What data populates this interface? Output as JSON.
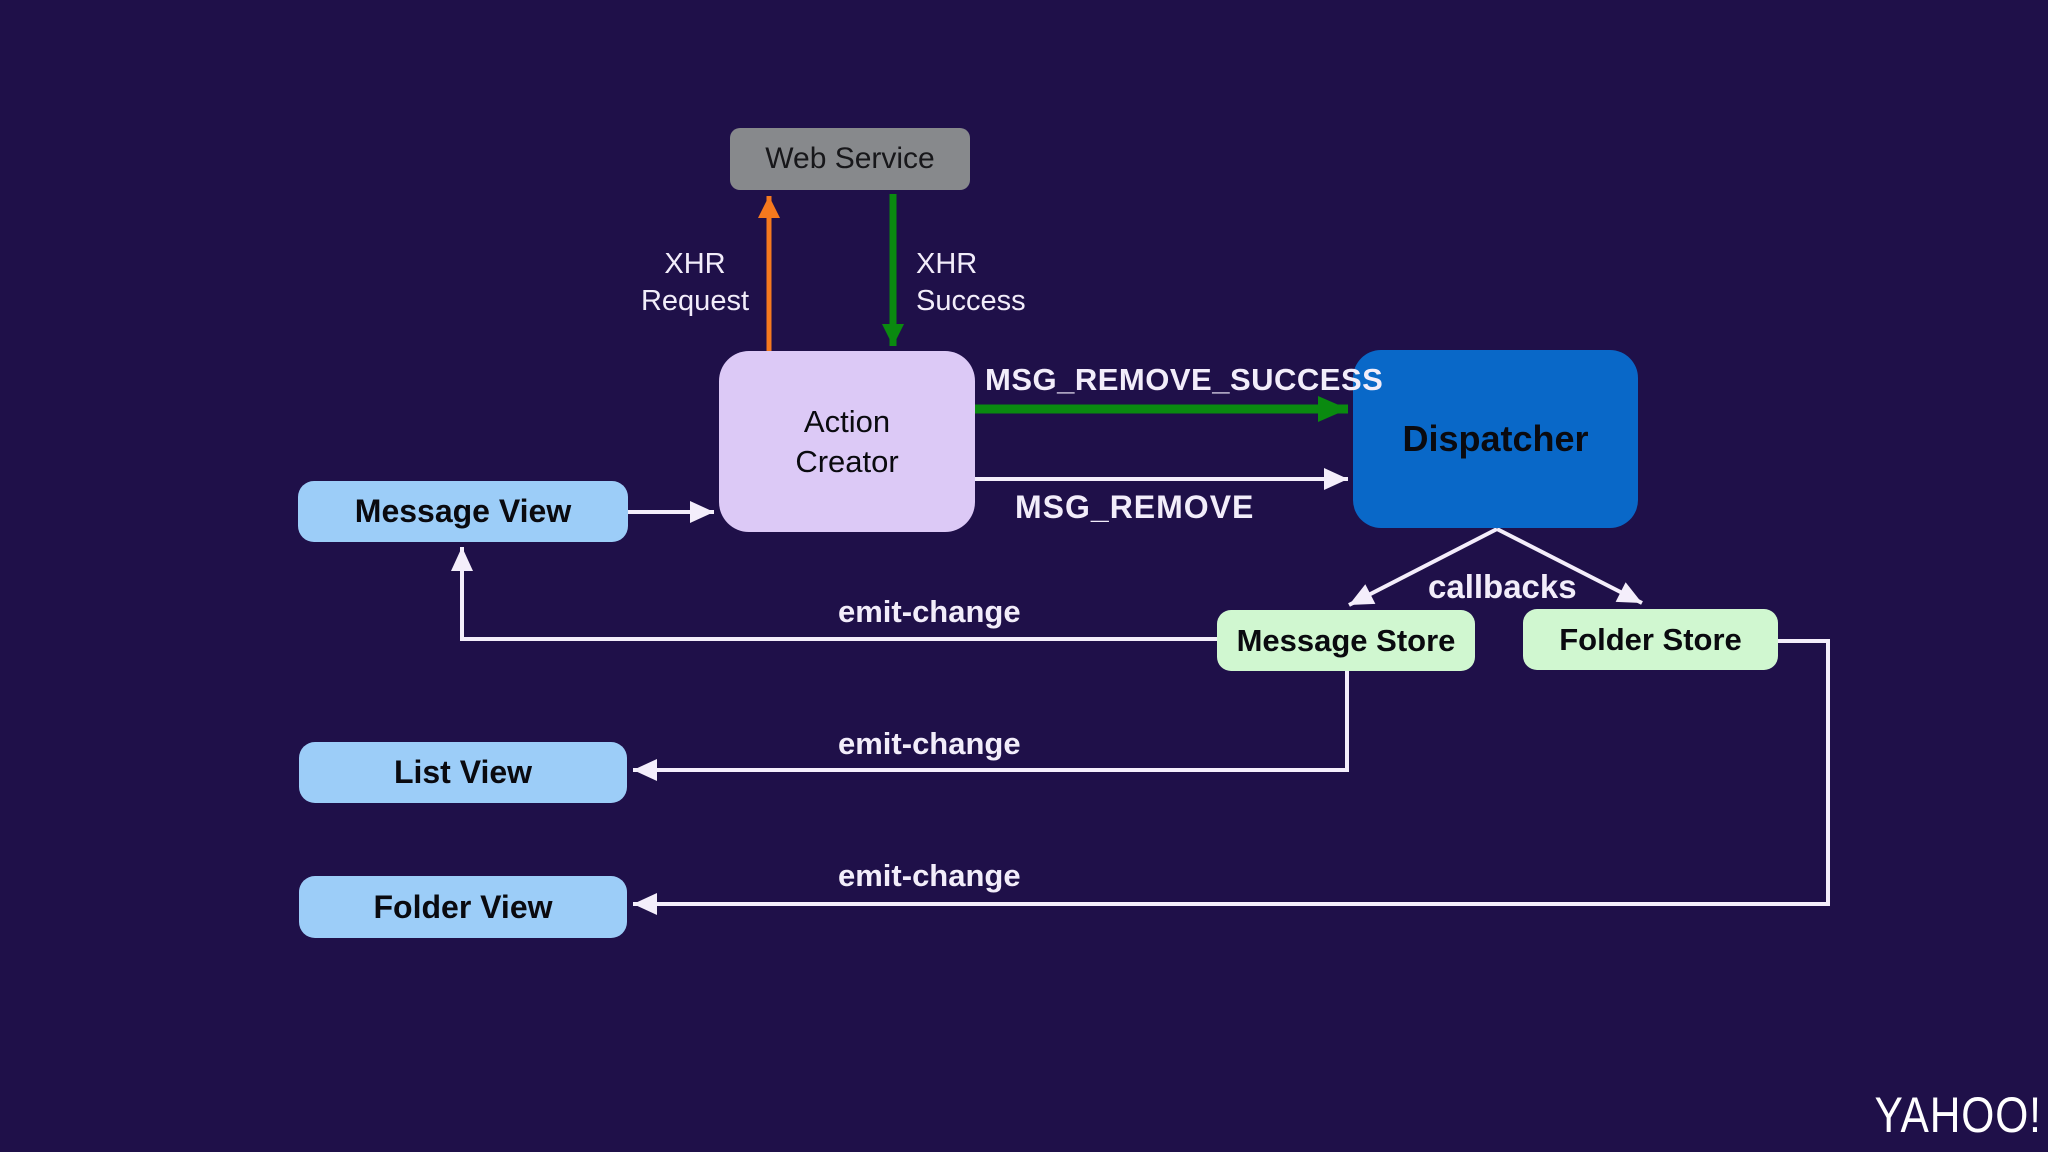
{
  "diagram": {
    "nodes": {
      "web_service": {
        "label": "Web Service",
        "fill": "#87898c"
      },
      "action_creator": {
        "label": "Action Creator",
        "fill": "#dcc9f6"
      },
      "dispatcher": {
        "label": "Dispatcher",
        "fill": "#0968c8"
      },
      "message_view": {
        "label": "Message View",
        "fill": "#9ccdf8"
      },
      "list_view": {
        "label": "List View",
        "fill": "#9ccdf8"
      },
      "folder_view": {
        "label": "Folder View",
        "fill": "#9ccdf8"
      },
      "message_store": {
        "label": "Message Store",
        "fill": "#d0f7d0"
      },
      "folder_store": {
        "label": "Folder Store",
        "fill": "#d0f7d0"
      }
    },
    "edges": [
      {
        "from": "action_creator",
        "to": "web_service",
        "label": "XHR Request",
        "color": "orange"
      },
      {
        "from": "web_service",
        "to": "action_creator",
        "label": "XHR Success",
        "color": "green"
      },
      {
        "from": "action_creator",
        "to": "dispatcher",
        "label": "MSG_REMOVE_SUCCESS",
        "color": "green"
      },
      {
        "from": "action_creator",
        "to": "dispatcher",
        "label": "MSG_REMOVE",
        "color": "white"
      },
      {
        "from": "message_view",
        "to": "action_creator",
        "label": "",
        "color": "white"
      },
      {
        "from": "dispatcher",
        "to": "message_store",
        "label": "callbacks",
        "color": "white"
      },
      {
        "from": "dispatcher",
        "to": "folder_store",
        "label": "",
        "color": "white"
      },
      {
        "from": "message_store",
        "to": "message_view",
        "label": "emit-change",
        "color": "white"
      },
      {
        "from": "message_store",
        "to": "list_view",
        "label": "emit-change",
        "color": "white"
      },
      {
        "from": "folder_store",
        "to": "folder_view",
        "label": "emit-change",
        "color": "white"
      }
    ],
    "colors": {
      "background": "#1f1049",
      "arrow_white": "#f4eefb",
      "arrow_green": "#0a8a10",
      "arrow_orange": "#f5791e"
    }
  },
  "branding": {
    "logo_text": "YAHOO!"
  }
}
